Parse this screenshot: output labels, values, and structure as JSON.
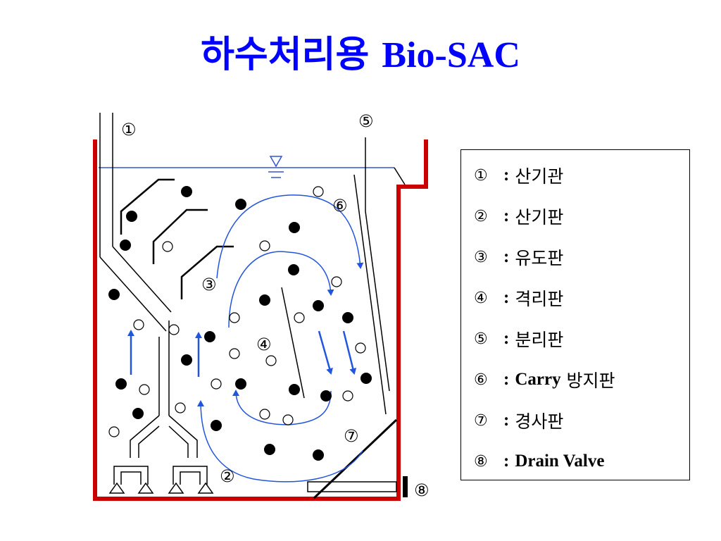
{
  "title": {
    "korean": "하수처리용",
    "english": "Bio-SAC"
  },
  "markers": {
    "m1": "①",
    "m2": "②",
    "m3": "③",
    "m4": "④",
    "m5": "⑤",
    "m6": "⑥",
    "m7": "⑦",
    "m8": "⑧"
  },
  "legend": {
    "items": [
      {
        "num": "①",
        "colon": ":",
        "text": "산기관"
      },
      {
        "num": "②",
        "colon": ":",
        "text": "산기판"
      },
      {
        "num": "③",
        "colon": ":",
        "text": "유도판"
      },
      {
        "num": "④",
        "colon": ":",
        "text": "격리판"
      },
      {
        "num": "⑤",
        "colon": ":",
        "text": "분리판"
      },
      {
        "num": "⑥",
        "colon": ":",
        "text_en": "Carry",
        "text": "방지판"
      },
      {
        "num": "⑦",
        "colon": ":",
        "text": "경사판"
      },
      {
        "num": "⑧",
        "colon": ":",
        "text_en": "Drain Valve"
      }
    ]
  },
  "colors": {
    "title": "#0000ff",
    "tank_wall": "#cc0000",
    "water_line": "#3355cc",
    "flow_arrows": "#2255dd",
    "structure_lines": "#000000"
  }
}
